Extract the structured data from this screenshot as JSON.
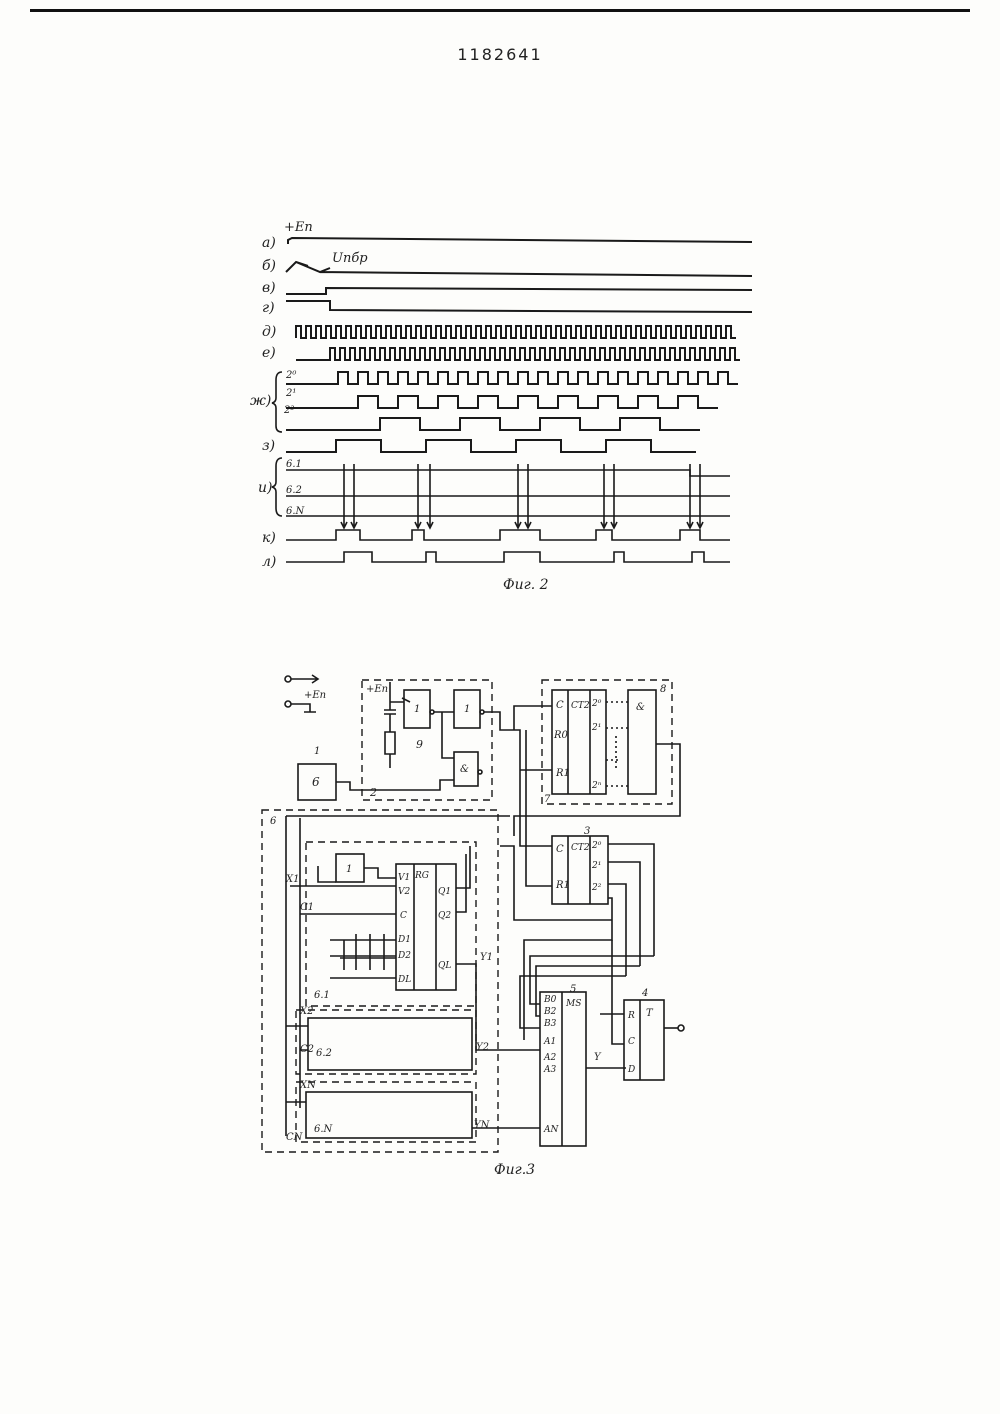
{
  "header": {
    "patent_number": "1182641"
  },
  "fig2": {
    "caption": "Фиг. 2",
    "supply_label": "+Еп",
    "vbr_label": "Uпбр",
    "rows": [
      {
        "label": "а)"
      },
      {
        "label": "б)"
      },
      {
        "label": "в)"
      },
      {
        "label": "г)"
      },
      {
        "label": "д)"
      },
      {
        "label": "е)"
      },
      {
        "label": "ж)",
        "sub": [
          "2⁰",
          "2¹",
          "2²"
        ]
      },
      {
        "label": "з)"
      },
      {
        "label": "и)",
        "sub": [
          "6.1",
          "6.2",
          "6.N"
        ]
      },
      {
        "label": "к)"
      },
      {
        "label": "л)"
      }
    ]
  },
  "fig3": {
    "caption": "Фиг.3",
    "legend_supply": "+Еп",
    "blocks": {
      "b1": {
        "num": "1",
        "label": "6"
      },
      "b2": {
        "num": "2"
      },
      "b9": {
        "num": "9",
        "supply": "+Еп",
        "inv1": "1",
        "inv2": "1",
        "and": "&"
      },
      "b7": {
        "num": "7",
        "type": "CT2",
        "pins": [
          "C",
          "R0",
          "R1"
        ],
        "outs": [
          "2⁰",
          "2¹",
          "2ⁿ"
        ]
      },
      "b8": {
        "num": "8",
        "type": "&"
      },
      "b3": {
        "num": "3",
        "type": "CT2",
        "pins": [
          "C",
          "R1"
        ],
        "outs": [
          "2⁰",
          "2¹",
          "2²"
        ]
      },
      "b6": {
        "num": "6"
      },
      "b61": {
        "num": "6.1",
        "inv": "1",
        "rg": "RG",
        "inputs": [
          "V1",
          "V2",
          "C",
          "D1",
          "D2",
          "DL"
        ],
        "outputs": [
          "Q1",
          "Q2",
          "QL"
        ],
        "x": "X1",
        "c": "C1",
        "y": "Y1"
      },
      "b62": {
        "num": "6.2",
        "x": "X2",
        "c": "C2",
        "y": "Y2"
      },
      "b6n": {
        "num": "6.N",
        "x": "XN",
        "c": "CN",
        "y": "YN"
      },
      "b5": {
        "num": "5",
        "type": "MS",
        "b_inputs": [
          "B0",
          "B2",
          "B3"
        ],
        "a_inputs": [
          "A1",
          "A2",
          "A3",
          "AN"
        ],
        "out": "Y"
      },
      "b4": {
        "num": "4",
        "type": "T",
        "pins": [
          "R",
          "C",
          "D"
        ]
      }
    }
  }
}
